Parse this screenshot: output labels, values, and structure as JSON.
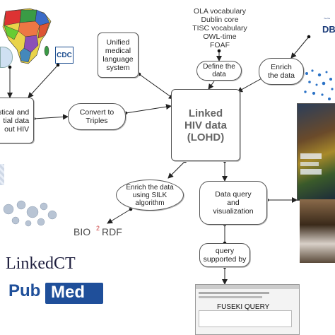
{
  "diagram": {
    "main_node": {
      "lines": [
        "Linked",
        "HIV data",
        "(LOHD)"
      ]
    },
    "nodes": {
      "umls": {
        "lines": [
          "Unified",
          "medical",
          "language",
          "system"
        ]
      },
      "stat_data": {
        "lines": [
          "stical and",
          "tial data",
          "out HIV"
        ]
      },
      "convert": {
        "lines": [
          "Convert to",
          "Triples"
        ]
      },
      "define": {
        "lines": [
          "Define the",
          "data"
        ]
      },
      "enrich": {
        "lines": [
          "Enrich",
          "the data"
        ]
      },
      "silk": {
        "lines": [
          "Enrich the data",
          "using SILK",
          "algorithm"
        ]
      },
      "query_vis": {
        "lines": [
          "Data query",
          "and",
          "visualization"
        ]
      },
      "query_support": {
        "lines": [
          "query",
          "supported by"
        ]
      }
    },
    "vocabularies": [
      "OLA vocabulary",
      "Dublin core",
      "TISC vocabulary",
      "OWL-time",
      "FOAF"
    ],
    "logos": {
      "cdc": "CDC",
      "dbpedia": "DBp",
      "bio2rdf_a": "BIO",
      "bio2rdf_b": "2",
      "bio2rdf_c": "RDF",
      "linkedct": "LinkedCT",
      "pubmed_a": "Pub",
      "pubmed_b": "Med",
      "fuseki": "FUSEKI QUERY"
    },
    "colors": {
      "edge": "#222222",
      "box_border": "#555555",
      "main_text": "#666666",
      "pubmed_blue": "#1f4f9a"
    }
  }
}
